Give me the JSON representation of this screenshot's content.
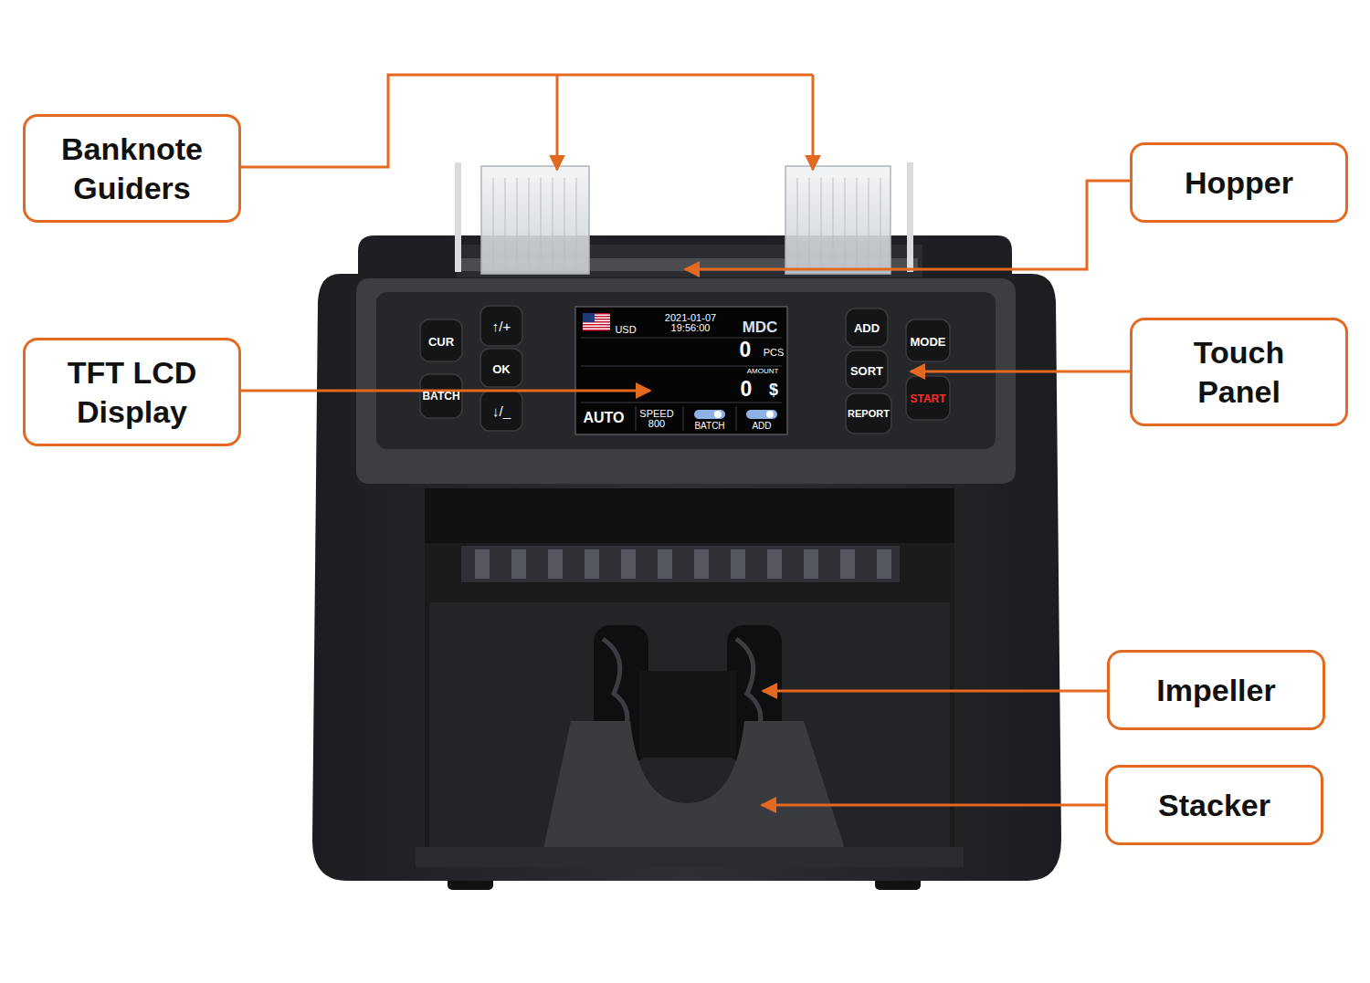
{
  "diagram": {
    "nodes": [
      {
        "text": [
          "Banknote Guiders"
        ]
      },
      {
        "text": [
          "Hopper"
        ]
      },
      {
        "text": [
          "TFT LCD Display"
        ]
      },
      {
        "text": [
          "Touch Panel"
        ]
      },
      {
        "text": [
          "Impeller"
        ]
      },
      {
        "text": [
          "Stacker"
        ]
      }
    ],
    "labels": [
      "USD",
      "2021-01-07",
      "19:56:00",
      "MDC",
      "0",
      "PCS",
      "AMOUNT",
      "0",
      "$",
      "AUTO",
      "SPEED",
      "800",
      "BATCH",
      "ADD",
      "CUR",
      "BATCH",
      "↑/+",
      "OK",
      "↓/_",
      "ADD",
      "SORT",
      "REPORT",
      "MODE",
      "START"
    ]
  }
}
